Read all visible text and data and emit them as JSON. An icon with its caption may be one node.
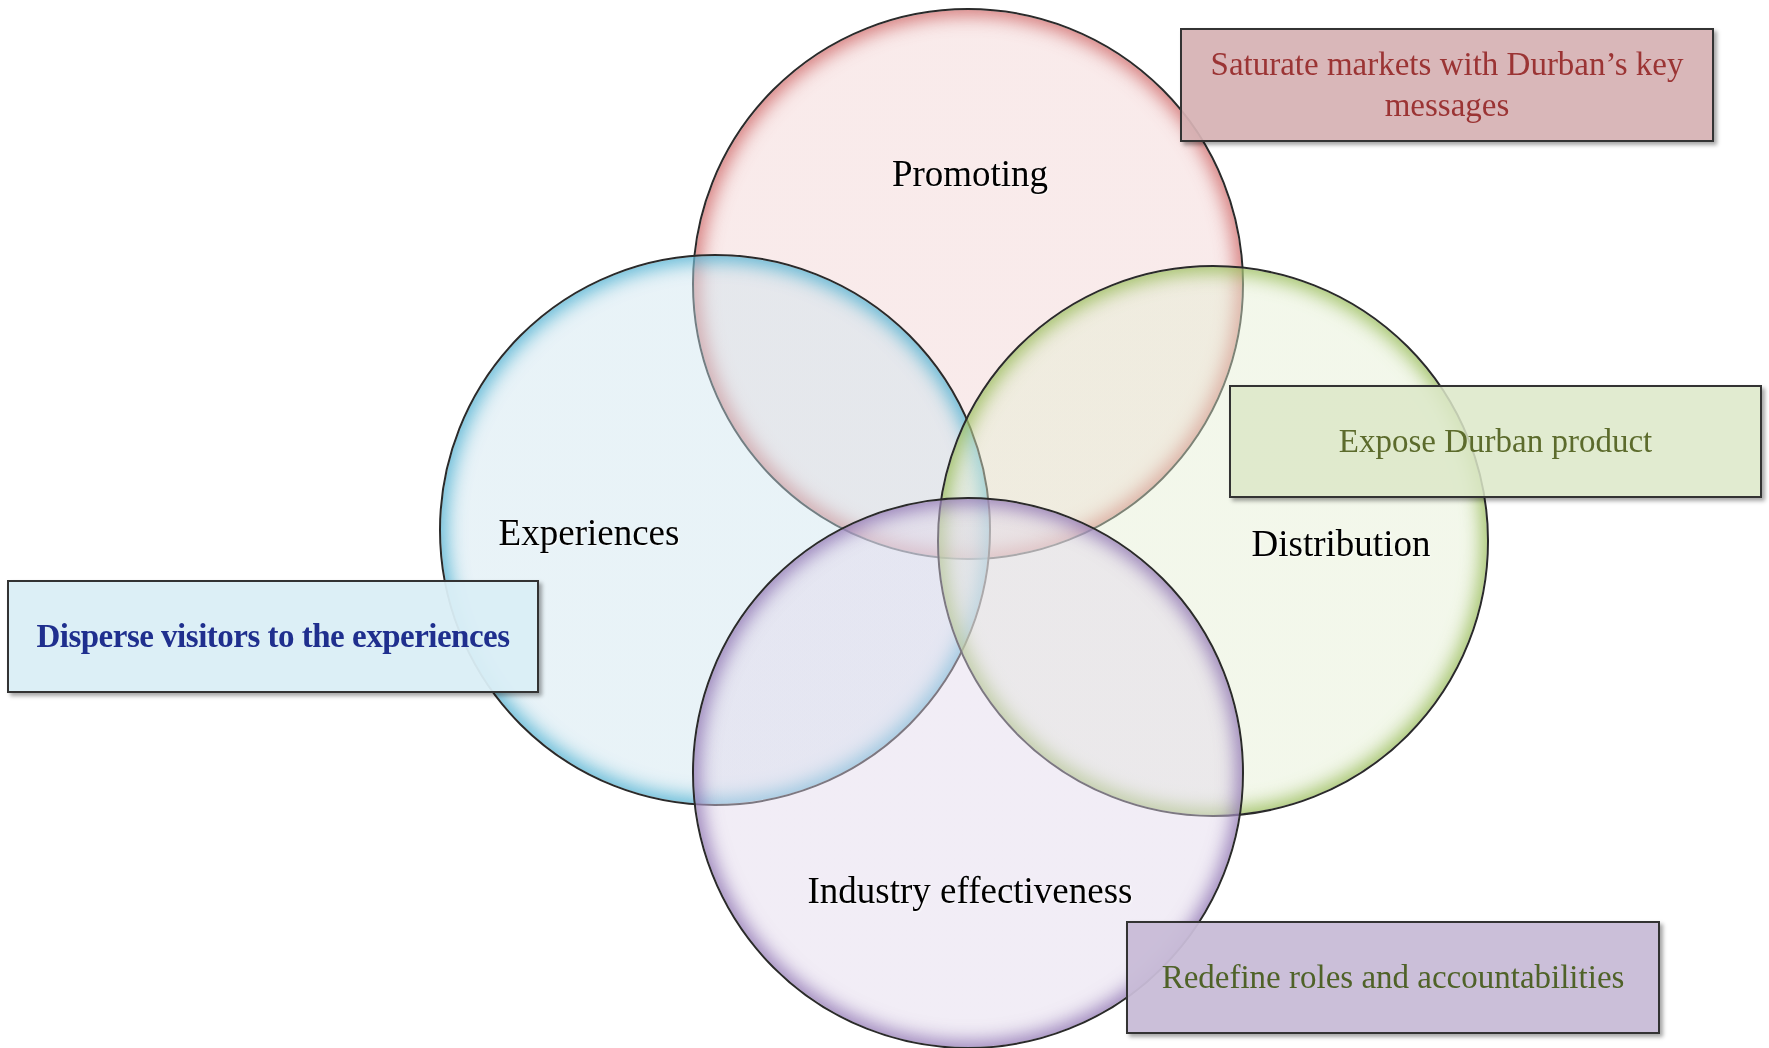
{
  "diagram": {
    "nodes": [
      {
        "text": [
          "Promoting"
        ]
      },
      {
        "text": [
          "Experiences"
        ]
      },
      {
        "text": [
          "Distribution"
        ]
      },
      {
        "text": [
          "Industry effectiveness"
        ]
      },
      {
        "text": [
          "Saturate markets with Durban’s key messages"
        ]
      },
      {
        "text": [
          "Expose Durban product"
        ]
      },
      {
        "text": [
          "Disperse visitors to the experiences"
        ]
      },
      {
        "text": [
          "Redefine roles and accountabilities"
        ]
      }
    ]
  }
}
